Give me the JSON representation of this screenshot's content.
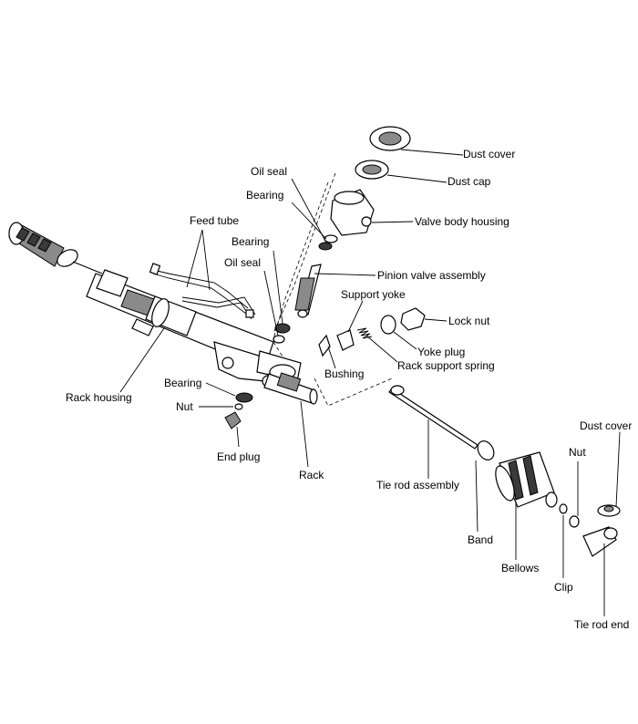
{
  "labels": {
    "dust_cover_top": "Dust cover",
    "dust_cap": "Dust cap",
    "oil_seal_upper": "Oil seal",
    "bearing_upper": "Bearing",
    "valve_body_housing": "Valve body housing",
    "feed_tube": "Feed tube",
    "bearing_mid": "Bearing",
    "oil_seal_mid": "Oil seal",
    "pinion_valve_assembly": "Pinion valve assembly",
    "support_yoke": "Support yoke",
    "lock_nut": "Lock nut",
    "yoke_plug": "Yoke plug",
    "rack_support_spring": "Rack support spring",
    "bushing": "Bushing",
    "rack_housing": "Rack housing",
    "bearing_lower": "Bearing",
    "nut_left": "Nut",
    "end_plug": "End plug",
    "rack": "Rack",
    "tie_rod_assembly": "Tie rod assembly",
    "dust_cover_right": "Dust cover",
    "nut_right": "Nut",
    "band": "Band",
    "bellows": "Bellows",
    "clip": "Clip",
    "tie_rod_end": "Tie rod end"
  }
}
